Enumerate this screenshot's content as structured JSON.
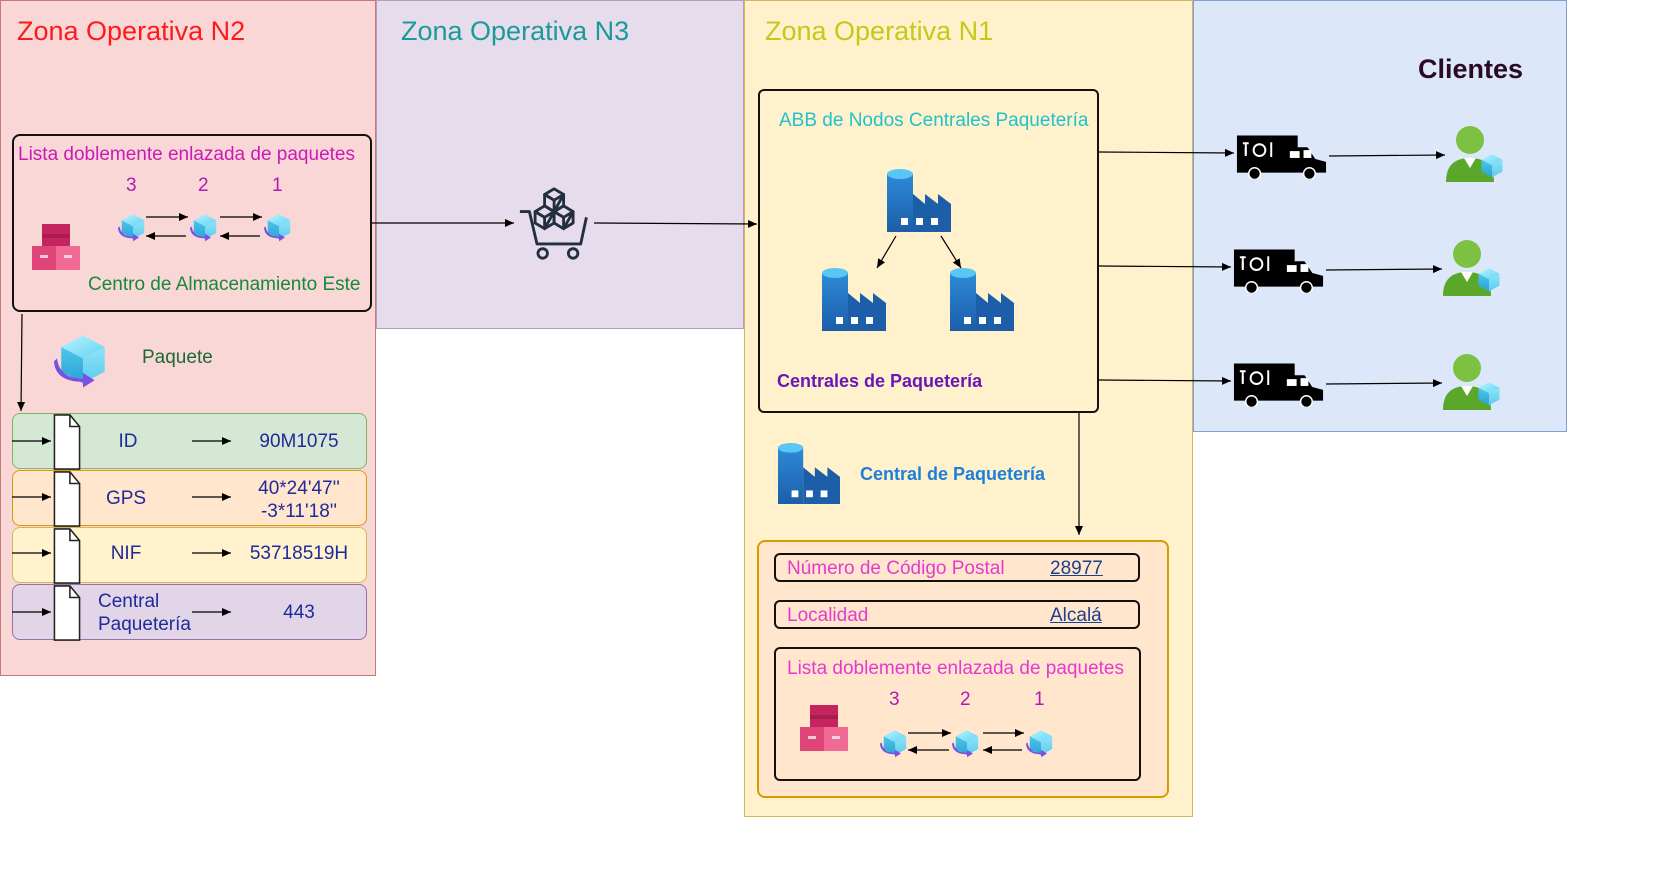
{
  "zones": {
    "n2": {
      "title": "Zona Operativa N2",
      "title_color": "#ff1a1a",
      "fill": "#f8d7d6",
      "border": "#c9797a"
    },
    "n3": {
      "title": "Zona Operativa N3",
      "title_color": "#1a9a9a",
      "fill": "#e6dcec",
      "border": "#b39ec2"
    },
    "n1": {
      "title": "Zona Operativa N1",
      "title_color": "#c8c817",
      "fill": "#fff1cc",
      "border": "#d6b65a"
    },
    "clientes": {
      "title": "Clientes",
      "title_color": "#2a0a24",
      "fill": "#dce8fa",
      "border": "#7fa1cf"
    }
  },
  "n2": {
    "list_title": "Lista doblemente enlazada de paquetes",
    "nodes": [
      "3",
      "2",
      "1"
    ],
    "storage_label": "Centro de Almacenamiento Este",
    "package_label": "Paquete",
    "fields": [
      {
        "name": "ID",
        "value": "90M1075",
        "fill": "#d5e8d4",
        "border": "#82b366"
      },
      {
        "name": "GPS",
        "value": "40*24'47''\n-3*11'18''",
        "fill": "#ffe6cc",
        "border": "#d79b00"
      },
      {
        "name": "NIF",
        "value": "53718519H",
        "fill": "#fff2cc",
        "border": "#d6b656"
      },
      {
        "name": "Central\nPaquetería",
        "value": "443",
        "fill": "#e1d5e7",
        "border": "#9673a6"
      }
    ]
  },
  "n1": {
    "abb_title": "ABB de Nodos Centrales Paquetería",
    "centrales_label": "Centrales de Paquetería",
    "central_label": "Central de Paquetería",
    "postal_label": "Número de Código Postal",
    "postal_value": "28977",
    "locality_label": "Localidad",
    "locality_value": "Alcalá",
    "list_title": "Lista doblemente enlazada de paquetes",
    "nodes": [
      "3",
      "2",
      "1"
    ]
  },
  "icons": {
    "cart": "shopping-cart-icon",
    "factory": "factory-icon",
    "truck": "food-truck-icon",
    "user": "user-package-icon",
    "cube": "package-cube-icon",
    "storage": "storage-boxes-icon",
    "document": "document-icon"
  }
}
